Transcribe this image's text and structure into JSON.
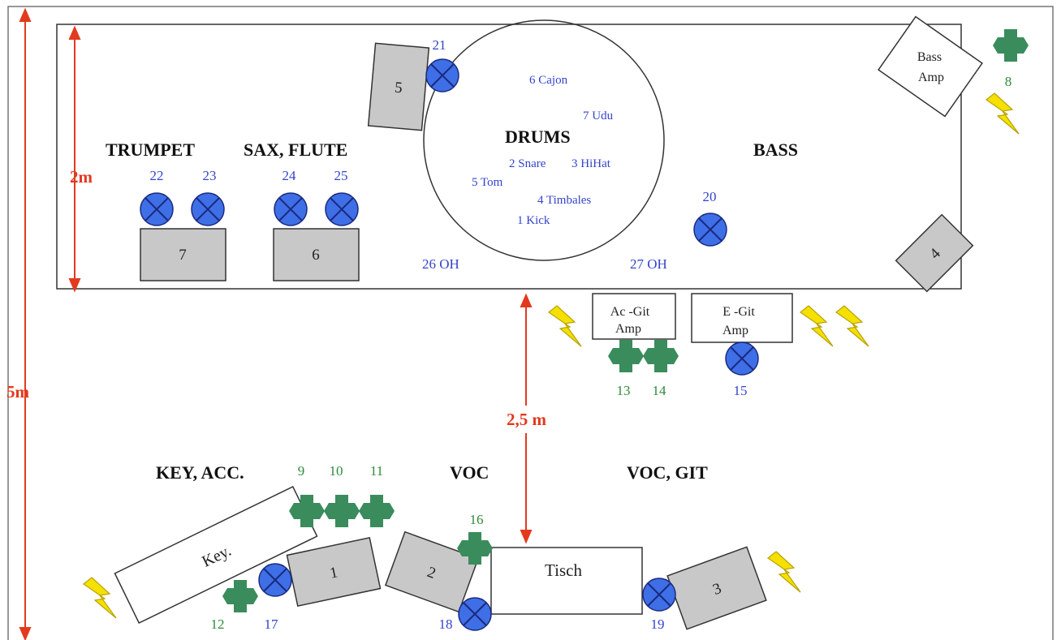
{
  "dimensions": {
    "total_depth": "5m",
    "riser_depth": "2m",
    "gap": "2,5 m"
  },
  "sections": {
    "trumpet": "TRUMPET",
    "sax_flute": "SAX, FLUTE",
    "drums": "DRUMS",
    "bass": "BASS",
    "key_acc": "KEY, ACC.",
    "voc": "VOC",
    "voc_git": "VOC, GIT"
  },
  "drum_kit": {
    "cajon": "6 Cajon",
    "udu": "7 Udu",
    "snare": "2 Snare",
    "hihat": "3 HiHat",
    "tom": "5 Tom",
    "timbales": "4  Timbales",
    "kick": "1 Kick",
    "oh_left": "26 OH",
    "oh_right": "27 OH"
  },
  "amps": {
    "bass_amp_line1": "Bass",
    "bass_amp_line2": "Amp",
    "ac_git_line1": "Ac -Git",
    "ac_git_line2": "Amp",
    "e_git_line1": "E -Git",
    "e_git_line2": "Amp"
  },
  "furniture": {
    "keyboard": "Key.",
    "table": "Tisch"
  },
  "monitors": {
    "m1": "1",
    "m2": "2",
    "m3": "3",
    "m4": "4",
    "m5": "5",
    "m6": "6",
    "m7": "7"
  },
  "mics": {
    "m15": "15",
    "m17": "17",
    "m18": "18",
    "m19": "19",
    "m20": "20",
    "m21": "21",
    "m22": "22",
    "m23": "23",
    "m24": "24",
    "m25": "25"
  },
  "di_boxes": {
    "d8": "8",
    "d9": "9",
    "d10": "10",
    "d11": "11",
    "d12": "12",
    "d13": "13",
    "d14": "14",
    "d16": "16"
  },
  "colors": {
    "mic_blue": "#3f6fe6",
    "di_green": "#3a8c5c",
    "monitor_gray": "#c8c8c8",
    "power_yellow": "#f5e000",
    "dimension_red": "#e23a1e"
  },
  "icons": {
    "microphone": "mic-x-circle-icon",
    "di_box": "di-box-icon",
    "power": "lightning-bolt-icon"
  }
}
